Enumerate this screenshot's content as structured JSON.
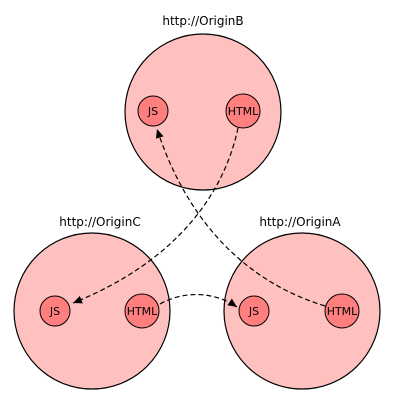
{
  "colors": {
    "origin_fill": "#ffc0c0",
    "node_fill": "#ff7f7f",
    "stroke": "#000000"
  },
  "origins": {
    "b": {
      "label": "http://OriginB",
      "js": "JS",
      "html": "HTML"
    },
    "c": {
      "label": "http://OriginC",
      "js": "JS",
      "html": "HTML"
    },
    "a": {
      "label": "http://OriginA",
      "js": "JS",
      "html": "HTML"
    }
  },
  "edges": [
    {
      "from": "OriginA HTML",
      "to": "OriginB JS"
    },
    {
      "from": "OriginB HTML",
      "to": "OriginC JS"
    },
    {
      "from": "OriginC HTML",
      "to": "OriginA JS"
    }
  ]
}
